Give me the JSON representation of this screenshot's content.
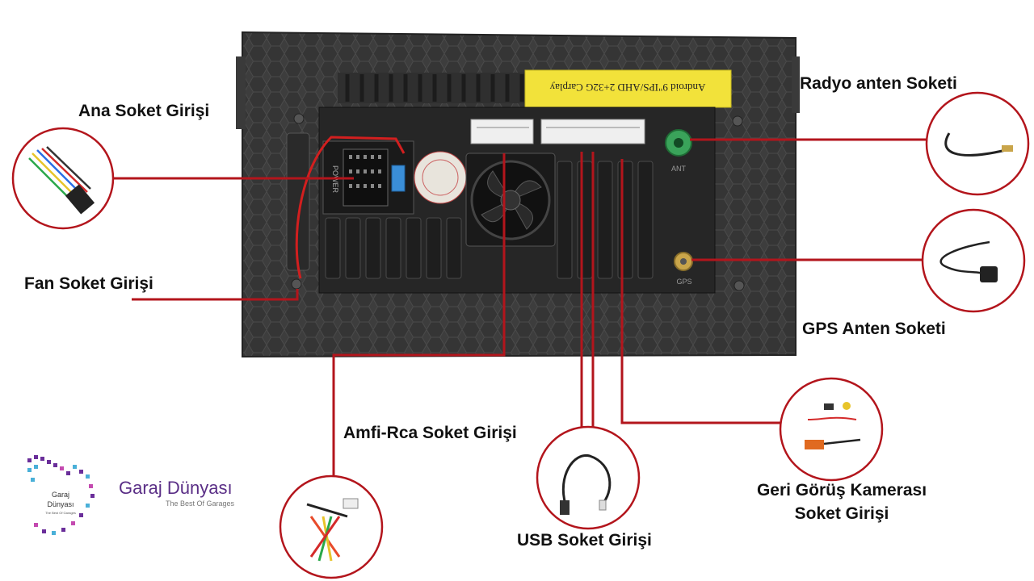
{
  "labels": {
    "ana_soket": "Ana Soket Girişi",
    "fan_soket": "Fan Soket Girişi",
    "radyo_anten": "Radyo anten Soketi",
    "gps_anten": "GPS Anten Soketi",
    "amfi_rca": "Amfi-Rca Soket Girişi",
    "usb_soket": "USB Soket Girişi",
    "geri_gorus_line1": "Geri Görüş Kamerası",
    "geri_gorus_line2": "Soket Girişi"
  },
  "device": {
    "sticker_text": "Android 9\"IPS/AHD 2+32G Carplay",
    "power_label": "POWER",
    "ant_label": "ANT",
    "gps_label": "GPS"
  },
  "brand": {
    "name": "Garaj Dünyası",
    "tagline": "The Best Of Garages",
    "logo_line1": "Garaj",
    "logo_line2": "Dünyası",
    "logo_line3": "The Best Of Garages"
  },
  "colors": {
    "leader_line": "#b3151c",
    "device_body": "#3c3c3c",
    "sticker": "#f2e23a",
    "brand_purple": "#5a2e86"
  }
}
